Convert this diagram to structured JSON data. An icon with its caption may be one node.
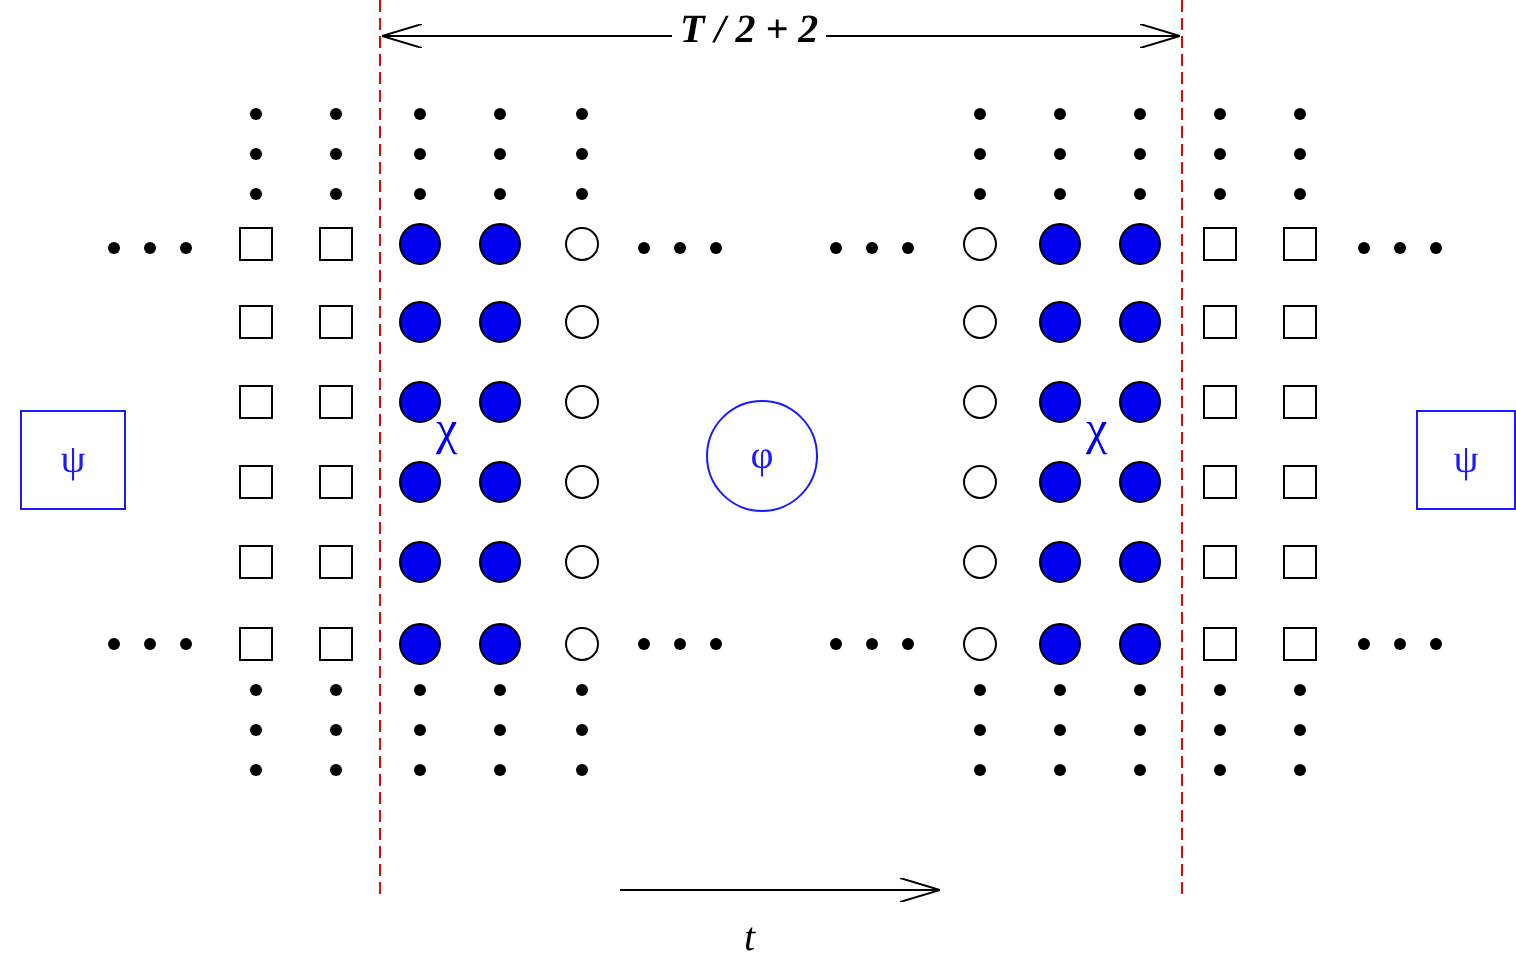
{
  "diagram": {
    "nodes": [
      {
        "text": [
          "ψ"
        ]
      },
      {
        "text": [
          "φ"
        ]
      },
      {
        "text": [
          "ψ"
        ]
      }
    ],
    "labels": [
      "T / 2 + 2",
      "χ",
      "χ",
      "t"
    ]
  }
}
